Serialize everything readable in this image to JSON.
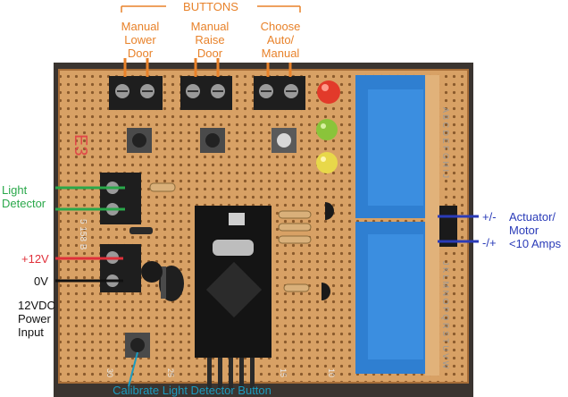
{
  "header": {
    "buttons": "BUTTONS"
  },
  "buttons": {
    "lower": "Manual\nLower\nDoor",
    "raise": "Manual\nRaise\nDoor",
    "mode": "Choose\nAuto/\nManual"
  },
  "left": {
    "light_detector": "Light\nDetector",
    "plus12v": "+12V",
    "zerov": "0V",
    "power": "12VDC\nPower\nInput"
  },
  "right": {
    "pm": "+/-",
    "mp": "-/+",
    "actuator": "Actuator/\nMotor\n<10 Amps"
  },
  "bottom": {
    "calibrate": "Calibrate Light Detector Button"
  },
  "board": {
    "row_letters": "A B C D E F G H I J",
    "row_letters_lower": "J K L M N O P Q R S T U V W",
    "silk_left": "5 158 B",
    "silk_bottom_left": "30",
    "silk_bottom_mid": "25",
    "silk_bottom_15": "15",
    "silk_bottom_10": "10"
  },
  "colors": {
    "label_orange": "#e8822a",
    "detector_green": "#2aa84a",
    "plus_red": "#e0303a",
    "zero_black": "#111111",
    "motor_blue": "#2a3bb8",
    "calibrate_teal": "#1a9bc0",
    "board": "#d9a46a",
    "relay": "#2f7fd1"
  }
}
